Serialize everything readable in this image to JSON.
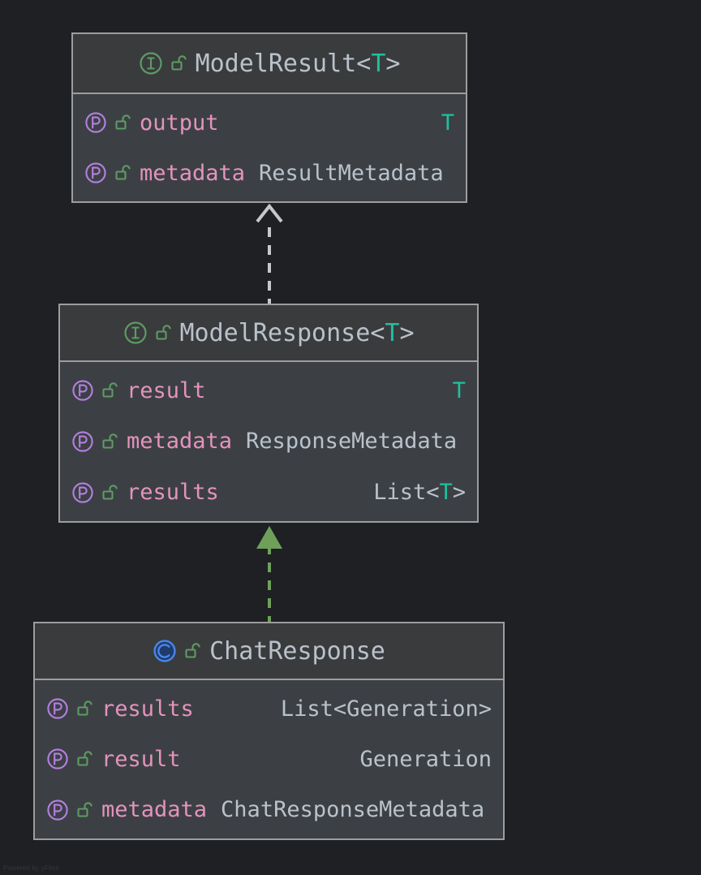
{
  "canvas": {
    "background": "#1e2024",
    "watermark": "Powered by yFiles"
  },
  "palette": {
    "box_border": "#9d9d9d",
    "box_body_fill": "#3c4044",
    "box_header_fill": "#3a3b3d",
    "title_text": "#b9c2cb",
    "member_name": "#e493bd",
    "member_type": "#b9c2cb",
    "type_param": "#1fc0a0",
    "interface_icon": "#5d9b63",
    "class_icon": "#3e7ee0",
    "property_icon": "#b47fe0",
    "lock_icon": "#5d9b63",
    "realization_edge": "#c8c8c8",
    "generalization_edge": "#6ea05a"
  },
  "classes": [
    {
      "id": "model-result",
      "stereotype": "interface",
      "stereotype_icon": "interface-icon",
      "visibility_icon": "unlock-icon",
      "name_base": "ModelResult",
      "name_generic_open": "<",
      "name_type_param": "T",
      "name_generic_close": ">",
      "members": [
        {
          "icon": "property-icon",
          "lock": "unlock-icon",
          "name": "output",
          "type_base": "",
          "type_param": "T",
          "type_suffix": "",
          "align": "right"
        },
        {
          "icon": "property-icon",
          "lock": "unlock-icon",
          "name": "metadata",
          "type_base": "ResultMetadata",
          "type_param": "",
          "type_suffix": "",
          "align": "adjacent"
        }
      ]
    },
    {
      "id": "model-response",
      "stereotype": "interface",
      "stereotype_icon": "interface-icon",
      "visibility_icon": "unlock-icon",
      "name_base": "ModelResponse",
      "name_generic_open": "<",
      "name_type_param": "T",
      "name_generic_close": ">",
      "members": [
        {
          "icon": "property-icon",
          "lock": "unlock-icon",
          "name": "result",
          "type_base": "",
          "type_param": "T",
          "type_suffix": "",
          "align": "right"
        },
        {
          "icon": "property-icon",
          "lock": "unlock-icon",
          "name": "metadata",
          "type_base": "ResponseMetadata",
          "type_param": "",
          "type_suffix": "",
          "align": "adjacent"
        },
        {
          "icon": "property-icon",
          "lock": "unlock-icon",
          "name": "results",
          "type_base": "List<",
          "type_param": "T",
          "type_suffix": ">",
          "align": "right"
        }
      ]
    },
    {
      "id": "chat-response",
      "stereotype": "class",
      "stereotype_icon": "class-icon",
      "visibility_icon": "unlock-icon",
      "name_base": "ChatResponse",
      "name_generic_open": "",
      "name_type_param": "",
      "name_generic_close": "",
      "members": [
        {
          "icon": "property-icon",
          "lock": "unlock-icon",
          "name": "results",
          "type_base": "List<Generation>",
          "type_param": "",
          "type_suffix": "",
          "align": "right"
        },
        {
          "icon": "property-icon",
          "lock": "unlock-icon",
          "name": "result",
          "type_base": "Generation",
          "type_param": "",
          "type_suffix": "",
          "align": "right"
        },
        {
          "icon": "property-icon",
          "lock": "unlock-icon",
          "name": "metadata",
          "type_base": "ChatResponseMetadata",
          "type_param": "",
          "type_suffix": "",
          "align": "adjacent"
        }
      ]
    }
  ],
  "edges": [
    {
      "id": "edge-realization",
      "kind": "realization",
      "style": "dashed",
      "arrowhead": "hollow-triangle",
      "color": "#c8c8c8",
      "from": "model-response",
      "to": "model-result"
    },
    {
      "id": "edge-generalization",
      "kind": "generalization",
      "style": "dashed",
      "arrowhead": "solid-triangle",
      "color": "#6ea05a",
      "from": "chat-response",
      "to": "model-response"
    }
  ]
}
